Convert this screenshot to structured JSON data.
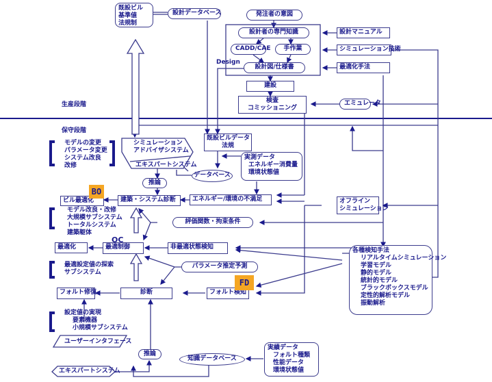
{
  "colors": {
    "line": "#3a3a8c",
    "text": "#1a1a8c",
    "tag": "#f5a623"
  },
  "phases": {
    "production": "生産段階",
    "maintenance": "保守段階"
  },
  "design_label": "Design",
  "top": {
    "existing_bldg": [
      "既設ビル",
      "基準値",
      "法規制"
    ],
    "design_db": "設計データベース",
    "client_intent": "発注者の意図",
    "designer_knowledge": "設計者の専門知識",
    "cadd": "CADD/CAE",
    "manual_work": "手作業",
    "drawings": "設計図/仕様書",
    "design_manual": "設計マニュアル",
    "sim_tech": "シミュレーション技術",
    "opt_method": "最適化手法",
    "construction": "建設",
    "inspection": [
      "検査",
      "コミッショニング"
    ],
    "emulator": "エミュレータ"
  },
  "middle": {
    "changes": [
      "モデルの変更",
      "パラメータ変更",
      "システム改良",
      "改修"
    ],
    "sim_advisor": [
      "シミュレーション",
      "アドバイザシステム"
    ],
    "expert_system": "エキスパートシステム",
    "bldg_data": [
      "既設ビルデータ",
      "法規"
    ],
    "measured": [
      "実測データ",
      "エネルギー消費量",
      "環境状態値"
    ],
    "database": "データベース",
    "inference": "推論",
    "bldg_opt": "ビル最適化",
    "bo_tag": "BO",
    "arch_diag": "建築・システム診断",
    "energy_dissat": "エネルギー/環境の不満足",
    "offline_sim": [
      "オフライン",
      "シミュレーション"
    ],
    "model_improve": [
      "モデル改良・改修",
      "大規模サブシステム",
      "トータルシステム",
      "建築躯体"
    ],
    "eval_func": "評価関数・拘束条件",
    "oc_tag": "OC",
    "optimization": "最適化",
    "opt_control": "最適制御",
    "nonopt_detect": "非最適状態検知",
    "opt_search": [
      "最適設定値の探索",
      "サブシステム"
    ],
    "param_est": "パラメータ推定予測",
    "fault_repair": "フォルト修復",
    "diagnosis": "診断",
    "fault_detect": "フォルト検知",
    "fd_tag": "FD",
    "detect_methods": [
      "各種検知手法",
      "リアルタイムシミュレーション",
      "学習モデル",
      "静的モデル",
      "統計的モデル",
      "ブラックボックスモデル",
      "定性的解析モデル",
      "振動解析"
    ]
  },
  "bottom": {
    "setpoint": [
      "設定値の実現",
      "要素機器",
      "小規模サブシステム"
    ],
    "user_if": "ユーザーインタフェース",
    "inference2": "推論",
    "knowledge_db": "知識データベース",
    "expert_system2": "エキスパートシステム",
    "measured2": [
      "実績データ",
      "フォルト種類",
      "性能データ",
      "環境状態値"
    ]
  }
}
